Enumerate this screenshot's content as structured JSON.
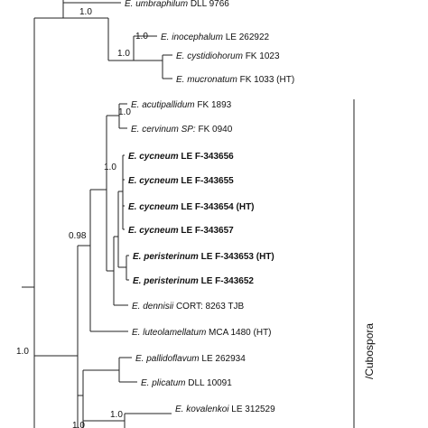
{
  "taxa": [
    {
      "id": "umbraphilum",
      "genus": "E.",
      "epithet": "umbraphilum",
      "voucher": "DLL 9766",
      "bold": false
    },
    {
      "id": "inocephalum",
      "genus": "E.",
      "epithet": "inocephalum",
      "voucher": "LE 262922",
      "bold": false
    },
    {
      "id": "cystidiohorum",
      "genus": "E.",
      "epithet": "cystidiohorum",
      "voucher": "FK 1023",
      "bold": false
    },
    {
      "id": "mucronatum",
      "genus": "E.",
      "epithet": "mucronatum",
      "voucher": "FK 1033 (HT)",
      "bold": false
    },
    {
      "id": "acutipallidum",
      "genus": "E.",
      "epithet": "acutipallidum",
      "voucher": "FK 1893",
      "bold": false
    },
    {
      "id": "cervinum",
      "genus": "E.",
      "epithet": "cervinum SP:",
      "voucher": "FK 0940",
      "bold": false
    },
    {
      "id": "cycneum1",
      "genus": "E.",
      "epithet": "cycneum",
      "voucher": "LE F-343656",
      "bold": true
    },
    {
      "id": "cycneum2",
      "genus": "E.",
      "epithet": "cycneum",
      "voucher": "LE F-343655",
      "bold": true
    },
    {
      "id": "cycneum3",
      "genus": "E.",
      "epithet": "cycneum",
      "voucher": "LE F-343654 (HT)",
      "bold": true
    },
    {
      "id": "cycneum4",
      "genus": "E.",
      "epithet": "cycneum",
      "voucher": "LE F-343657",
      "bold": true
    },
    {
      "id": "peristerinum1",
      "genus": "E.",
      "epithet": "peristerinum",
      "voucher": "LE F-343653 (HT)",
      "bold": true
    },
    {
      "id": "peristerinum2",
      "genus": "E.",
      "epithet": "peristerinum",
      "voucher": "LE F-343652",
      "bold": true
    },
    {
      "id": "dennisii",
      "genus": "E.",
      "epithet": "dennisii",
      "voucher": "CORT: 8263 TJB",
      "bold": false
    },
    {
      "id": "luteolamellatum",
      "genus": "E.",
      "epithet": "luteolamellatum",
      "voucher": "MCA 1480 (HT)",
      "bold": false
    },
    {
      "id": "pallidoflavum",
      "genus": "E.",
      "epithet": "pallidoflavum",
      "voucher": "LE 262934",
      "bold": false
    },
    {
      "id": "plicatum",
      "genus": "E.",
      "epithet": "plicatum",
      "voucher": "DLL 10091",
      "bold": false
    },
    {
      "id": "kovalenkoi",
      "genus": "E.",
      "epithet": "kovalenkoi",
      "voucher": "LE 312529",
      "bold": false
    }
  ],
  "support_values": [
    {
      "id": "s1",
      "value": "1.0"
    },
    {
      "id": "s2",
      "value": "1.0"
    },
    {
      "id": "s3",
      "value": "1.0"
    },
    {
      "id": "s4",
      "value": "1.0"
    },
    {
      "id": "s5",
      "value": "1.0"
    },
    {
      "id": "s6",
      "value": "0.98"
    },
    {
      "id": "s7",
      "value": "1.0"
    },
    {
      "id": "s8",
      "value": "1.0"
    },
    {
      "id": "s9",
      "value": "1.0"
    }
  ],
  "clade_label": "/Cubospora"
}
